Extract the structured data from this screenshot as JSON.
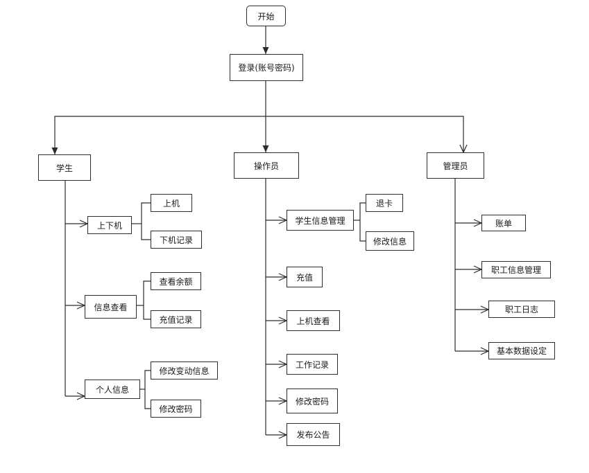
{
  "colors": {
    "line": "#2b2b2b",
    "box_border": "#2b2b2b",
    "text": "#1a1a1a",
    "background": "#ffffff"
  },
  "nodes": {
    "start": "开始",
    "login": "登录(账号密码)",
    "student": "学生",
    "operator": "操作员",
    "admin": "管理员",
    "student_items": {
      "online_offline": "上下机",
      "online": "上机",
      "offline_record": "下机记录",
      "info_view": "信息查看",
      "check_balance": "查看余额",
      "recharge_record": "充值记录",
      "personal_info": "个人信息",
      "modify_info": "修改变动信息",
      "modify_password": "修改密码"
    },
    "operator_items": {
      "student_info_manage": "学生信息管理",
      "refund_card": "退卡",
      "modify_info": "修改信息",
      "recharge": "充值",
      "online_view": "上机查看",
      "work_record": "工作记录",
      "modify_password": "修改密码",
      "publish_notice": "发布公告"
    },
    "admin_items": {
      "bill": "账单",
      "staff_info_manage": "职工信息管理",
      "staff_log": "职工日志",
      "basic_data_settings": "基本数据设定"
    }
  }
}
